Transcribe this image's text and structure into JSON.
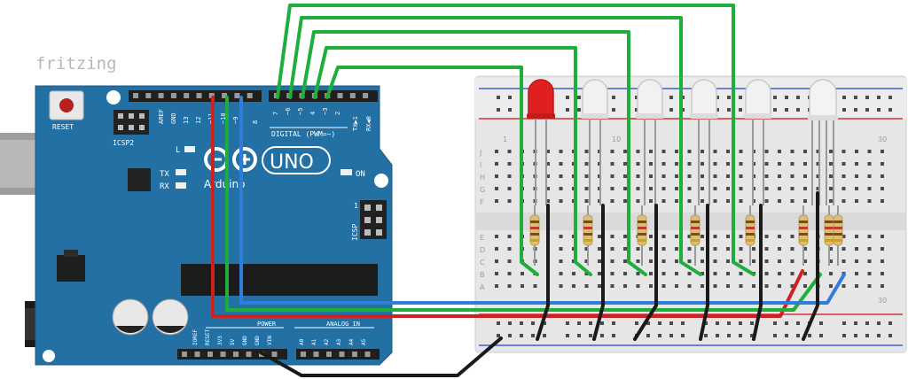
{
  "watermark": "fritzing",
  "arduino": {
    "reset_label": "RESET",
    "icsp2_label": "ICSP2",
    "top_header_labels": [
      "AREF",
      "GND",
      "13",
      "12",
      "~11",
      "~10",
      "~9",
      "8"
    ],
    "digital_header_labels": [
      "7",
      "~6",
      "~5",
      "4",
      "~3",
      "2",
      "TX▶1",
      "RX◀0"
    ],
    "digital_label": "DIGITAL (PWM=~)",
    "led_l_label": "L",
    "tx_label": "TX",
    "rx_label": "RX",
    "on_label": "ON",
    "brand": "Arduino",
    "model": "UNO",
    "icsp_label": "ICSP",
    "icsp_pin1": "1",
    "power_label": "POWER",
    "analog_label": "ANALOG IN",
    "power_pins": [
      "IOREF",
      "RESET",
      "3V3",
      "5V",
      "GND",
      "GND",
      "VIN"
    ],
    "analog_pins": [
      "A0",
      "A1",
      "A2",
      "A3",
      "A4",
      "A5"
    ]
  },
  "breadboard": {
    "row_letters_top": [
      "J",
      "I",
      "H",
      "G",
      "F"
    ],
    "row_letters_bottom": [
      "E",
      "D",
      "C",
      "B",
      "A"
    ],
    "column_numbers": [
      "1",
      "10",
      "30"
    ]
  },
  "colors": {
    "board": "#2370a4",
    "wire_green": "#1eae3b",
    "wire_red": "#cc2222",
    "wire_blue": "#2e7ddb",
    "wire_black": "#1a1a1a",
    "led_red": "#e02020",
    "breadboard": "#e8e8e8"
  }
}
